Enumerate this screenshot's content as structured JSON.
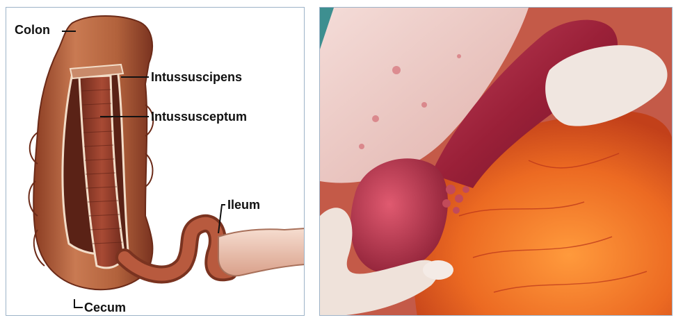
{
  "diagram": {
    "labels": {
      "colon": "Colon",
      "intussuscipiens": "Intussuscipens",
      "intussusceptum": "Intussusceptum",
      "ileum": "Ileum",
      "cecum": "Cecum"
    }
  },
  "colors": {
    "tissue_light": "#e2a887",
    "tissue_mid": "#b8673f",
    "tissue_dark": "#7a3320",
    "inner_lumen": "#8f3a28",
    "wall_highlight": "#f3ddc8",
    "photo_fat": "#f07a2a",
    "photo_bowel": "#a0243a",
    "photo_glove": "#efe4dc"
  }
}
